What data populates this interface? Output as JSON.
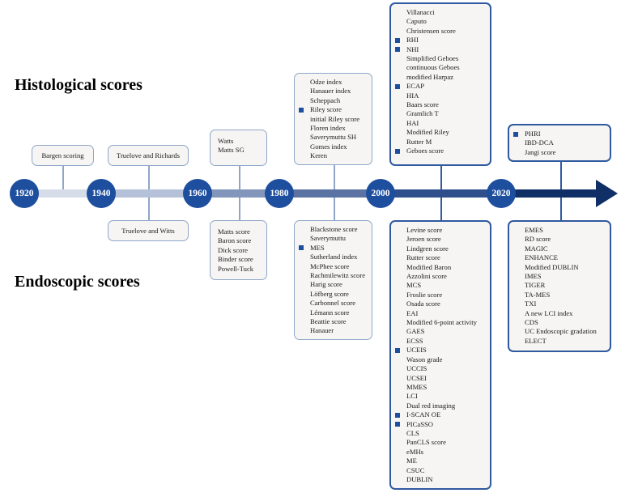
{
  "headings": {
    "histological": "Histological scores",
    "endoscopic": "Endoscopic scores"
  },
  "years": [
    "1920",
    "1940",
    "1960",
    "1980",
    "2000",
    "2020"
  ],
  "colors": {
    "marker": "#1e4e9e",
    "year_circle": "#1e4e9e",
    "box_border_light": "#8fa6c8",
    "box_border_dark": "#2f5aa0",
    "arrow_dark": "#0f2f66",
    "box_fill": "#f6f5f4"
  },
  "histological_boxes": [
    {
      "items": [
        {
          "text": "Bargen scoring"
        }
      ]
    },
    {
      "items": [
        {
          "text": "Truelove and Richards"
        }
      ]
    },
    {
      "items": [
        {
          "text": "Watts"
        },
        {
          "text": "Matts SG"
        }
      ]
    },
    {
      "items": [
        {
          "text": "Odze index"
        },
        {
          "text": "Hanauer index"
        },
        {
          "text": "Scheppach"
        },
        {
          "text": "Riley score",
          "marked": true
        },
        {
          "text": "initial Riley score"
        },
        {
          "text": "Floren index"
        },
        {
          "text": "Saverymuttu SH"
        },
        {
          "text": "Gomes index"
        },
        {
          "text": "Keren"
        }
      ]
    },
    {
      "items": [
        {
          "text": "Villanacci"
        },
        {
          "text": "Caputo"
        },
        {
          "text": "Christensen score"
        },
        {
          "text": "RHI",
          "marked": true
        },
        {
          "text": "NHI",
          "marked": true
        },
        {
          "text": "Simplified Geboes"
        },
        {
          "text": "continuous Geboes"
        },
        {
          "text": "modified Harpaz"
        },
        {
          "text": "ECAP",
          "marked": true
        },
        {
          "text": "HIA"
        },
        {
          "text": "Baars score"
        },
        {
          "text": "Gramlich T"
        },
        {
          "text": "HAI"
        },
        {
          "text": "Modified Riley"
        },
        {
          "text": "Rutter M"
        },
        {
          "text": "Geboes score",
          "marked": true
        }
      ]
    },
    {
      "items": [
        {
          "text": "PHRI",
          "marked": true
        },
        {
          "text": "IBD-DCA"
        },
        {
          "text": "Jangi score"
        }
      ]
    }
  ],
  "endoscopic_boxes": [
    {
      "items": [
        {
          "text": "Truelove and Witts"
        }
      ]
    },
    {
      "items": [
        {
          "text": "Matts score"
        },
        {
          "text": "Baron score"
        },
        {
          "text": "Dick score"
        },
        {
          "text": "Binder score"
        },
        {
          "text": "Powell-Tuck"
        }
      ]
    },
    {
      "items": [
        {
          "text": "Blackstone score"
        },
        {
          "text": "Saverymuttu"
        },
        {
          "text": "MES",
          "marked": true
        },
        {
          "text": "Sutherland index"
        },
        {
          "text": "McPhee score"
        },
        {
          "text": "Rachmilewitz score"
        },
        {
          "text": "Harig score"
        },
        {
          "text": "Löfberg score"
        },
        {
          "text": "Carbonnel score"
        },
        {
          "text": "Lémann score"
        },
        {
          "text": "Beattie score"
        },
        {
          "text": "Hanauer"
        }
      ]
    },
    {
      "items": [
        {
          "text": "Levine score"
        },
        {
          "text": "Jeroen score"
        },
        {
          "text": "Lindgren score"
        },
        {
          "text": "Rutter score"
        },
        {
          "text": "Modified Baron"
        },
        {
          "text": "Azzolini score"
        },
        {
          "text": "MCS"
        },
        {
          "text": "Froslie score"
        },
        {
          "text": "Osada score"
        },
        {
          "text": "EAI"
        },
        {
          "text": "Modified 6-point activity"
        },
        {
          "text": "GAES"
        },
        {
          "text": "ECSS"
        },
        {
          "text": "UCEIS",
          "marked": true
        },
        {
          "text": "Wason grade"
        },
        {
          "text": "UCCIS"
        },
        {
          "text": "UCSEI"
        },
        {
          "text": "MMES"
        },
        {
          "text": "LCI"
        },
        {
          "text": "Dual red imaging"
        },
        {
          "text": "I-SCAN OE",
          "marked": true
        },
        {
          "text": "PICaSSO",
          "marked": true
        },
        {
          "text": "CLS"
        },
        {
          "text": "PanCLS score"
        },
        {
          "text": "eMHs"
        },
        {
          "text": "ME"
        },
        {
          "text": "CSUC"
        },
        {
          "text": "DUBLIN"
        }
      ]
    },
    {
      "items": [
        {
          "text": "EMES"
        },
        {
          "text": "RD score"
        },
        {
          "text": "MAGIC"
        },
        {
          "text": "ENHANCE"
        },
        {
          "text": "Modified DUBLIN"
        },
        {
          "text": "IMES"
        },
        {
          "text": "TIGER"
        },
        {
          "text": "TA-MES"
        },
        {
          "text": "TXI"
        },
        {
          "text": "A new LCI index"
        },
        {
          "text": "CDS"
        },
        {
          "text": "UC Endoscopic gradation"
        },
        {
          "text": "ELECT"
        }
      ]
    }
  ]
}
